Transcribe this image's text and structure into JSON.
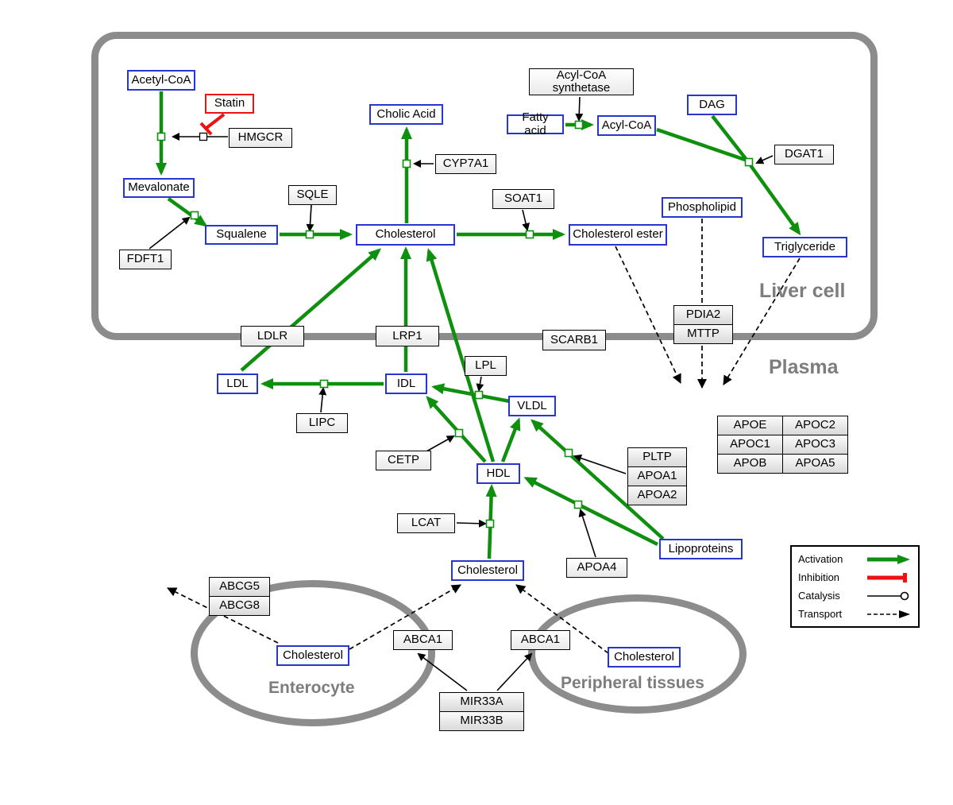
{
  "compartments": {
    "liver": "Liver cell",
    "plasma": "Plasma",
    "enterocyte": "Enterocyte",
    "peripheral": "Peripheral tissues"
  },
  "nodes": {
    "acetyl_coa": "Acetyl-CoA",
    "statin": "Statin",
    "hmgcr": "HMGCR",
    "mevalonate": "Mevalonate",
    "fdft1": "FDFT1",
    "squalene": "Squalene",
    "sqle": "SQLE",
    "cholic_acid": "Cholic Acid",
    "cyp7a1": "CYP7A1",
    "cholesterol_liver": "Cholesterol",
    "soat1": "SOAT1",
    "cholesterol_ester": "Cholesterol ester",
    "acyl_coa_synthetase": "Acyl-CoA synthetase",
    "fatty_acid": "Fatty acid",
    "acyl_coa": "Acyl-CoA",
    "dag": "DAG",
    "dgat1": "DGAT1",
    "phospholipid": "Phospholipid",
    "triglyceride": "Triglyceride",
    "ldlr": "LDLR",
    "lrp1": "LRP1",
    "scarb1": "SCARB1",
    "pdia2": "PDIA2",
    "mttp": "MTTP",
    "ldl": "LDL",
    "idl": "IDL",
    "lipc": "LIPC",
    "lpl": "LPL",
    "vldl": "VLDL",
    "cetp": "CETP",
    "hdl": "HDL",
    "pltp": "PLTP",
    "apoa1": "APOA1",
    "apoa2": "APOA2",
    "lcat": "LCAT",
    "apoa4": "APOA4",
    "lipoproteins": "Lipoproteins",
    "cholesterol_plasma": "Cholesterol",
    "abcg5": "ABCG5",
    "abcg8": "ABCG8",
    "cholesterol_enterocyte": "Cholesterol",
    "abca1_enterocyte": "ABCA1",
    "abca1_peripheral": "ABCA1",
    "cholesterol_peripheral": "Cholesterol",
    "mir33a": "MIR33A",
    "mir33b": "MIR33B"
  },
  "apo_table": {
    "rows": [
      [
        "APOE",
        "APOC2"
      ],
      [
        "APOC1",
        "APOC3"
      ],
      [
        "APOB",
        "APOA5"
      ]
    ]
  },
  "legend": {
    "items": [
      "Activation",
      "Inhibition",
      "Catalysis",
      "Transport"
    ]
  },
  "colors": {
    "activation": "#0e900e",
    "inhibition": "#ee1111",
    "metabolite_border": "#2636cf",
    "compartment_border": "#8c8c8c"
  }
}
